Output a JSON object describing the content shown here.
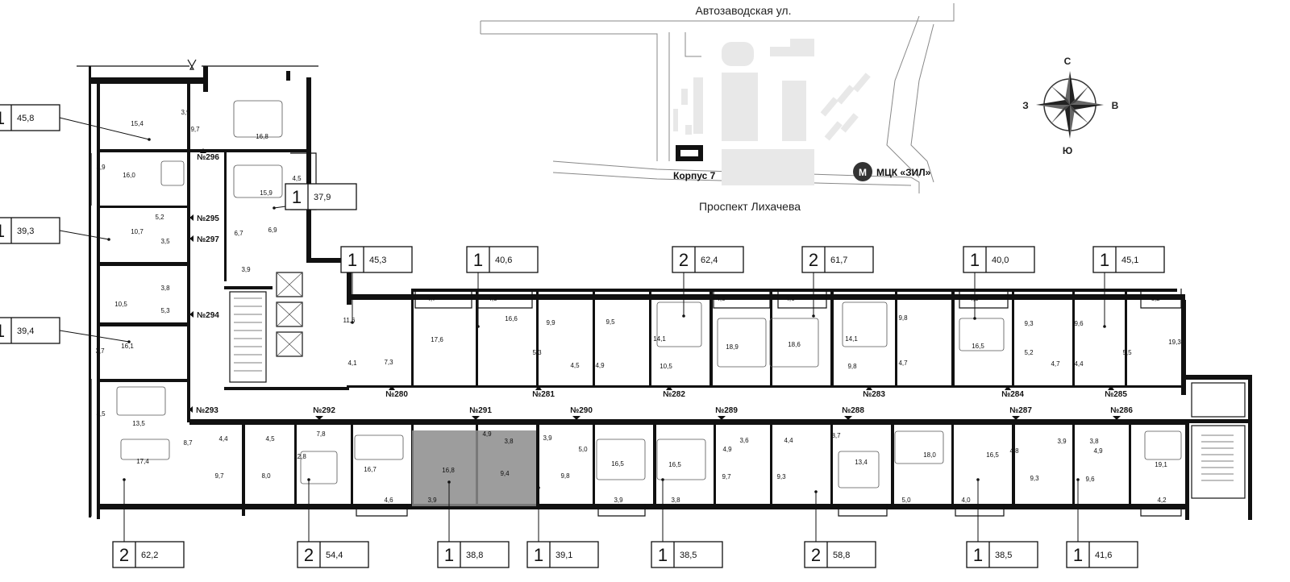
{
  "site_map": {
    "street_top": "Автозаводская ул.",
    "street_bottom": "Проспект Лихачева",
    "building_label": "Корпус 7",
    "metro_letter": "М",
    "metro_label": "МЦК «ЗИЛ»"
  },
  "compass": {
    "north": "С",
    "south": "Ю",
    "west": "З",
    "east": "В"
  },
  "apartments": [
    {
      "rooms": "1",
      "area": "45,8"
    },
    {
      "rooms": "1",
      "area": "39,3"
    },
    {
      "rooms": "1",
      "area": "39,4"
    },
    {
      "rooms": "1",
      "area": "37,9"
    },
    {
      "rooms": "1",
      "area": "45,3"
    },
    {
      "rooms": "1",
      "area": "40,6"
    },
    {
      "rooms": "2",
      "area": "62,4"
    },
    {
      "rooms": "2",
      "area": "61,7"
    },
    {
      "rooms": "1",
      "area": "40,0"
    },
    {
      "rooms": "1",
      "area": "45,1"
    },
    {
      "rooms": "2",
      "area": "62,2"
    },
    {
      "rooms": "2",
      "area": "54,4"
    },
    {
      "rooms": "1",
      "area": "38,8"
    },
    {
      "rooms": "1",
      "area": "39,1"
    },
    {
      "rooms": "1",
      "area": "38,5"
    },
    {
      "rooms": "2",
      "area": "58,8"
    },
    {
      "rooms": "1",
      "area": "38,5"
    },
    {
      "rooms": "1",
      "area": "41,6"
    }
  ],
  "entries": [
    "№296",
    "№295",
    "№297",
    "№294",
    "№293",
    "№292",
    "№291",
    "№290",
    "№289",
    "№288",
    "№287",
    "№286",
    "№280",
    "№281",
    "№282",
    "№283",
    "№284",
    "№285"
  ],
  "room_areas": [
    "15,4",
    "3,9",
    "9,7",
    "16,8",
    "3,9",
    "16,0",
    "4,5",
    "15,9",
    "5,2",
    "10,7",
    "3,5",
    "6,7",
    "6,9",
    "3,9",
    "3,8",
    "10,5",
    "5,3",
    "16,1",
    "3,7",
    "13,5",
    "8,5",
    "17,4",
    "8,7",
    "11,6",
    "4,1",
    "7,3",
    "4,7",
    "17,6",
    "4,3",
    "16,6",
    "5,3",
    "9,9",
    "4,5",
    "4,9",
    "9,5",
    "14,1",
    "10,5",
    "4,5",
    "18,9",
    "4,6",
    "18,6",
    "14,1",
    "9,8",
    "9,8",
    "4,7",
    "4,3",
    "16,5",
    "9,3",
    "5,2",
    "4,7",
    "9,6",
    "4,4",
    "5,5",
    "6,2",
    "19,3",
    "4,4",
    "4,5",
    "9,7",
    "8,0",
    "7,8",
    "12,8",
    "16,7",
    "4,6",
    "16,8",
    "3,9",
    "4,9",
    "3,8",
    "9,4",
    "3,9",
    "5,0",
    "9,8",
    "16,5",
    "3,9",
    "16,5",
    "3,8",
    "3,6",
    "4,9",
    "9,7",
    "4,4",
    "9,3",
    "8,7",
    "13,4",
    "18,0",
    "5,0",
    "16,5",
    "4,0",
    "4,8",
    "3,9",
    "9,3",
    "3,8",
    "4,9",
    "9,6",
    "19,1",
    "4,2"
  ],
  "highlight_color": "#8c8c8c"
}
